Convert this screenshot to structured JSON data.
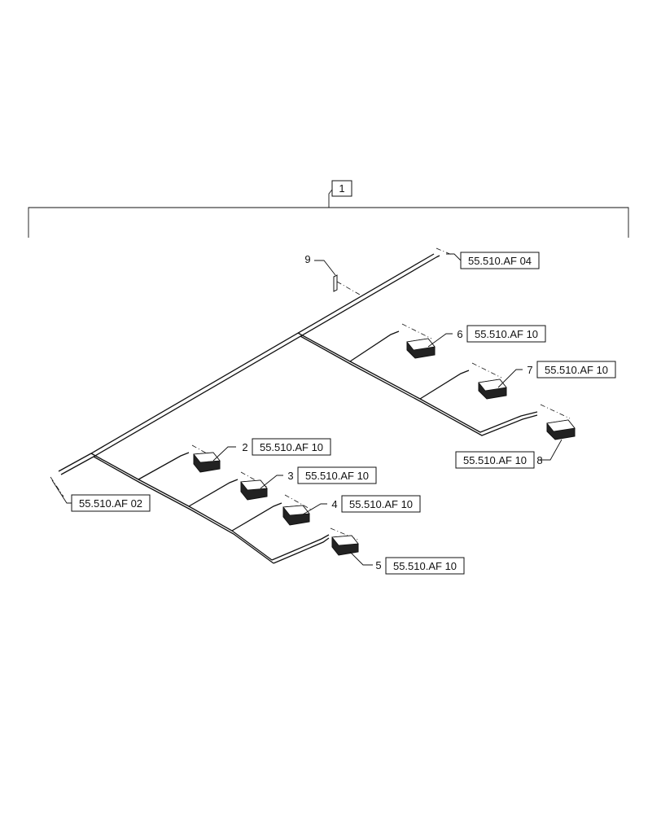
{
  "assembly": {
    "item": "1"
  },
  "callouts": [
    {
      "id": "c2",
      "item": "2",
      "ref": "55.510.AF 10"
    },
    {
      "id": "c3",
      "item": "3",
      "ref": "55.510.AF 10"
    },
    {
      "id": "c4",
      "item": "4",
      "ref": "55.510.AF 10"
    },
    {
      "id": "c5",
      "item": "5",
      "ref": "55.510.AF 10"
    },
    {
      "id": "c6",
      "item": "6",
      "ref": "55.510.AF 10"
    },
    {
      "id": "c7",
      "item": "7",
      "ref": "55.510.AF 10"
    },
    {
      "id": "c8",
      "item": "8",
      "ref": "55.510.AF 10"
    },
    {
      "id": "c9",
      "item": "9"
    }
  ],
  "references": {
    "top_right": "55.510.AF 04",
    "bottom_left": "55.510.AF 02"
  }
}
